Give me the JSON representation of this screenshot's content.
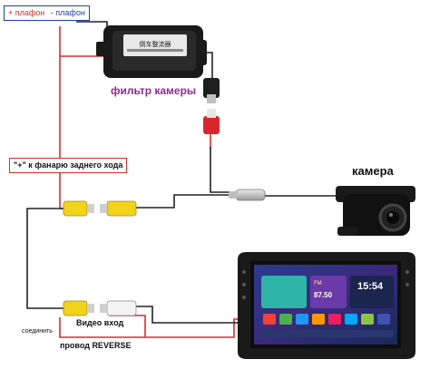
{
  "labels": {
    "plafon_plus": "+ плафон",
    "plafon_minus": "- плафон",
    "filter_caption": "фильтр камеры",
    "filter_module_text": "倒车整流器",
    "reverse_light": "\"+\" к фанарю заднего хода",
    "camera": "камера",
    "video_in": "Видео вход",
    "connect": "соединить",
    "reverse_wire": "провод REVERSE"
  },
  "head_unit": {
    "time": "15:54",
    "radio_freq": "87.50",
    "radio_unit": "FM"
  },
  "colors": {
    "red_wire": "#d32f2f",
    "black_wire": "#222222",
    "filter_caption": "#8e2a8e",
    "rca_yellow": "#f2d21b",
    "rca_red": "#d8262c",
    "plafon_border": "#1f3fa0",
    "plafon_minus_text": "#1f3fa0"
  }
}
